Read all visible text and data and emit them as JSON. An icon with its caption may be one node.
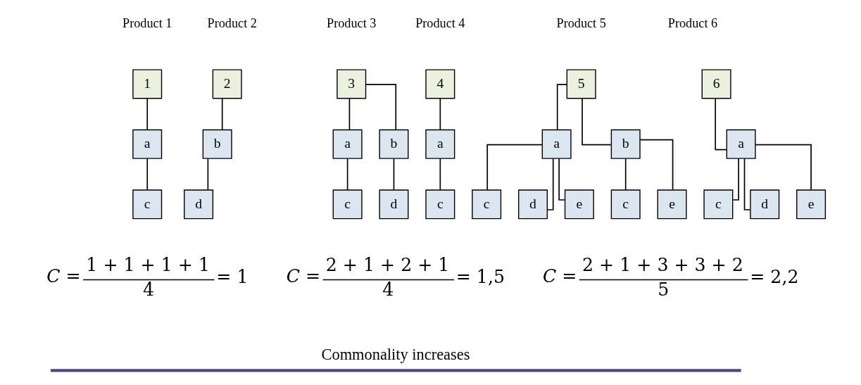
{
  "diagram": {
    "nodes": [
      {
        "text": [
          "1"
        ],
        "beside": [
          "Product 1"
        ]
      },
      {
        "text": [
          "a"
        ]
      },
      {
        "text": [
          "c"
        ]
      },
      {
        "text": [
          "2"
        ],
        "beside": [
          "Product 2"
        ]
      },
      {
        "text": [
          "b"
        ]
      },
      {
        "text": [
          "d"
        ]
      },
      {
        "text": [
          "3"
        ],
        "beside": [
          "Product 3"
        ]
      },
      {
        "text": [
          "a"
        ]
      },
      {
        "text": [
          "b"
        ]
      },
      {
        "text": [
          "c"
        ]
      },
      {
        "text": [
          "d"
        ]
      },
      {
        "text": [
          "4"
        ],
        "beside": [
          "Product 4"
        ]
      },
      {
        "text": [
          "a"
        ]
      },
      {
        "text": [
          "c"
        ]
      },
      {
        "text": [
          "5"
        ],
        "beside": [
          "Product 5"
        ]
      },
      {
        "text": [
          "a"
        ]
      },
      {
        "text": [
          "b"
        ]
      },
      {
        "text": [
          "c"
        ]
      },
      {
        "text": [
          "d"
        ]
      },
      {
        "text": [
          "e"
        ]
      },
      {
        "text": [
          "c"
        ]
      },
      {
        "text": [
          "e"
        ]
      },
      {
        "text": [
          "6"
        ],
        "beside": [
          "Product 6"
        ]
      },
      {
        "text": [
          "a"
        ]
      },
      {
        "text": [
          "c"
        ]
      },
      {
        "text": [
          "d"
        ]
      },
      {
        "text": [
          "e"
        ]
      }
    ],
    "edges": [
      {
        "from": 0,
        "to": 1,
        "arrow": "none"
      },
      {
        "from": 1,
        "to": 2,
        "arrow": "none"
      },
      {
        "from": 3,
        "to": 4,
        "arrow": "none"
      },
      {
        "from": 4,
        "to": 5,
        "arrow": "none"
      },
      {
        "from": 6,
        "to": 7,
        "arrow": "none"
      },
      {
        "from": 6,
        "to": 8,
        "arrow": "none"
      },
      {
        "from": 7,
        "to": 9,
        "arrow": "none"
      },
      {
        "from": 8,
        "to": 10,
        "arrow": "none"
      },
      {
        "from": 11,
        "to": 12,
        "arrow": "none"
      },
      {
        "from": 12,
        "to": 13,
        "arrow": "none"
      },
      {
        "from": 14,
        "to": 15,
        "arrow": "none"
      },
      {
        "from": 14,
        "to": 16,
        "arrow": "none"
      },
      {
        "from": 15,
        "to": 17,
        "arrow": "none"
      },
      {
        "from": 15,
        "to": 18,
        "arrow": "none"
      },
      {
        "from": 15,
        "to": 19,
        "arrow": "none"
      },
      {
        "from": 16,
        "to": 20,
        "arrow": "none"
      },
      {
        "from": 16,
        "to": 21,
        "arrow": "none"
      },
      {
        "from": 22,
        "to": 23,
        "arrow": "none"
      },
      {
        "from": 23,
        "to": 24,
        "arrow": "none"
      },
      {
        "from": 23,
        "to": 25,
        "arrow": "none"
      },
      {
        "from": 23,
        "to": 26,
        "arrow": "none"
      }
    ],
    "labels": [
      "C =",
      "1 + 1 + 1 + 1",
      "4",
      "= 1",
      "C =",
      "2 + 1 + 2 + 1",
      "4",
      "= 1,5",
      "C =",
      "2 + 1 + 3 + 3 + 2",
      "5",
      "= 2,2",
      "Commonality increases"
    ]
  }
}
